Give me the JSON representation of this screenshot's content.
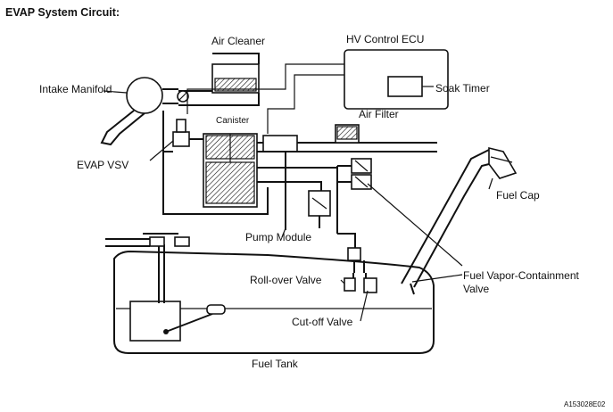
{
  "title": "EVAP System Circuit:",
  "labels": {
    "air_cleaner": "Air Cleaner",
    "hv_control_ecu": "HV Control ECU",
    "intake_manifold": "Intake Manifold",
    "soak_timer": "Soak Timer",
    "canister": "Canister",
    "air_filter": "Air Filter",
    "evap_vsv": "EVAP VSV",
    "fuel_cap": "Fuel Cap",
    "pump_module": "Pump Module",
    "fuel_vapor_containment_valve_1": "Fuel Vapor-Containment",
    "fuel_vapor_containment_valve_2": "Valve",
    "roll_over_valve": "Roll-over Valve",
    "cut_off_valve": "Cut-off Valve",
    "fuel_tank": "Fuel Tank"
  },
  "figure_code": "A153028E02"
}
